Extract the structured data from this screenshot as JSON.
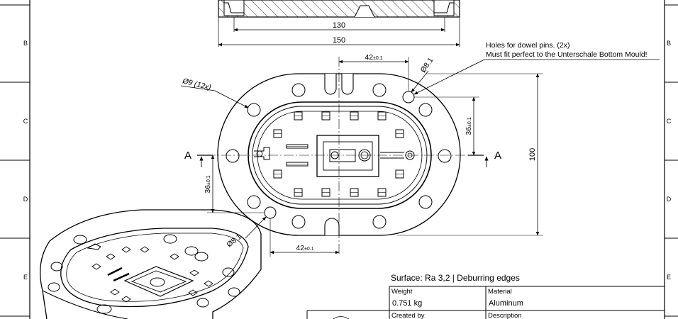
{
  "border": {
    "zones_left": [
      "B",
      "C",
      "D",
      "E"
    ],
    "zones_right": [
      "B",
      "C",
      "D",
      "E"
    ]
  },
  "dimensions": {
    "width_130": "130",
    "width_150": "150",
    "top_hole_spacing": "42",
    "top_hole_spacing_tol": "±0.1",
    "bottom_hole_spacing": "42",
    "bottom_hole_spacing_tol": "±0.1",
    "dowel_top": "Ø8.1",
    "dowel_bottom": "Ø8.1",
    "holes_9": "Ø9 (12x)",
    "right_offset": "36",
    "right_offset_tol": "±0.1",
    "left_offset": "36",
    "left_offset_tol": "±0.1",
    "height_100": "100"
  },
  "section_marks": {
    "left": "A",
    "right": "A"
  },
  "notes": {
    "dowel_line1": "Holes for dowel pins. (2x)",
    "dowel_line2": "Must fit perfect to the Unterschale Bottom Mould!",
    "surface": "Surface: Ra 3,2 | Deburring edges"
  },
  "title_block": {
    "weight_label": "Weight",
    "weight_value": "0.751 kg",
    "material_label": "Material",
    "material_value": "Aluminum",
    "created_by_label": "Created by",
    "description_label": "Description"
  }
}
